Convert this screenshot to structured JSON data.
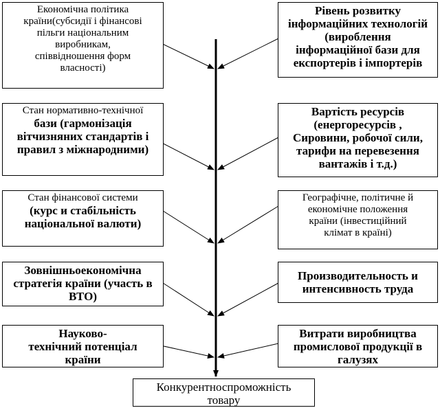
{
  "left_factors": [
    {
      "lines": [
        "Економічна політика",
        "країни(субсидії і фінансові",
        "пільги національним",
        "виробникам,",
        "співвідношення форм",
        "власності)"
      ]
    },
    {
      "lines": [
        "Стан нормативно-технічної",
        "бази (гармонізація",
        "вітчизняних стандартів і",
        "правил з міжнародними)"
      ]
    },
    {
      "lines": [
        "Стан фінансової системи",
        "(курс и стабільність",
        "національної валюти)"
      ]
    },
    {
      "lines": [
        "Зовнішньоекономічна",
        "стратегія  країни (участь в",
        "ВТО)"
      ]
    },
    {
      "lines": [
        "Науково-",
        "технічний потенціал",
        "країни"
      ]
    }
  ],
  "right_factors": [
    {
      "lines": [
        "Рівень розвитку",
        "інформаційних технологій",
        "(вироблення",
        "інформаційної бази для",
        "експортерів і імпортерів"
      ]
    },
    {
      "lines": [
        "Вартість ресурсів",
        "(енергоресурсів ,",
        "Сировини, робочої сили,",
        "тарифи на перевезення",
        "вантажів і т.д.)"
      ]
    },
    {
      "lines": [
        "Географічне, політичне й",
        "економічне положення",
        "країни (інвестиційний",
        "клімат в країні)"
      ]
    },
    {
      "lines": [
        "Производительность и",
        "интенсивность труда"
      ]
    },
    {
      "lines": [
        "Витрати виробництва",
        "промислової продукції в",
        "галузях"
      ]
    }
  ],
  "result": {
    "lines": [
      "Конкурентноспроможність",
      "товару"
    ]
  }
}
